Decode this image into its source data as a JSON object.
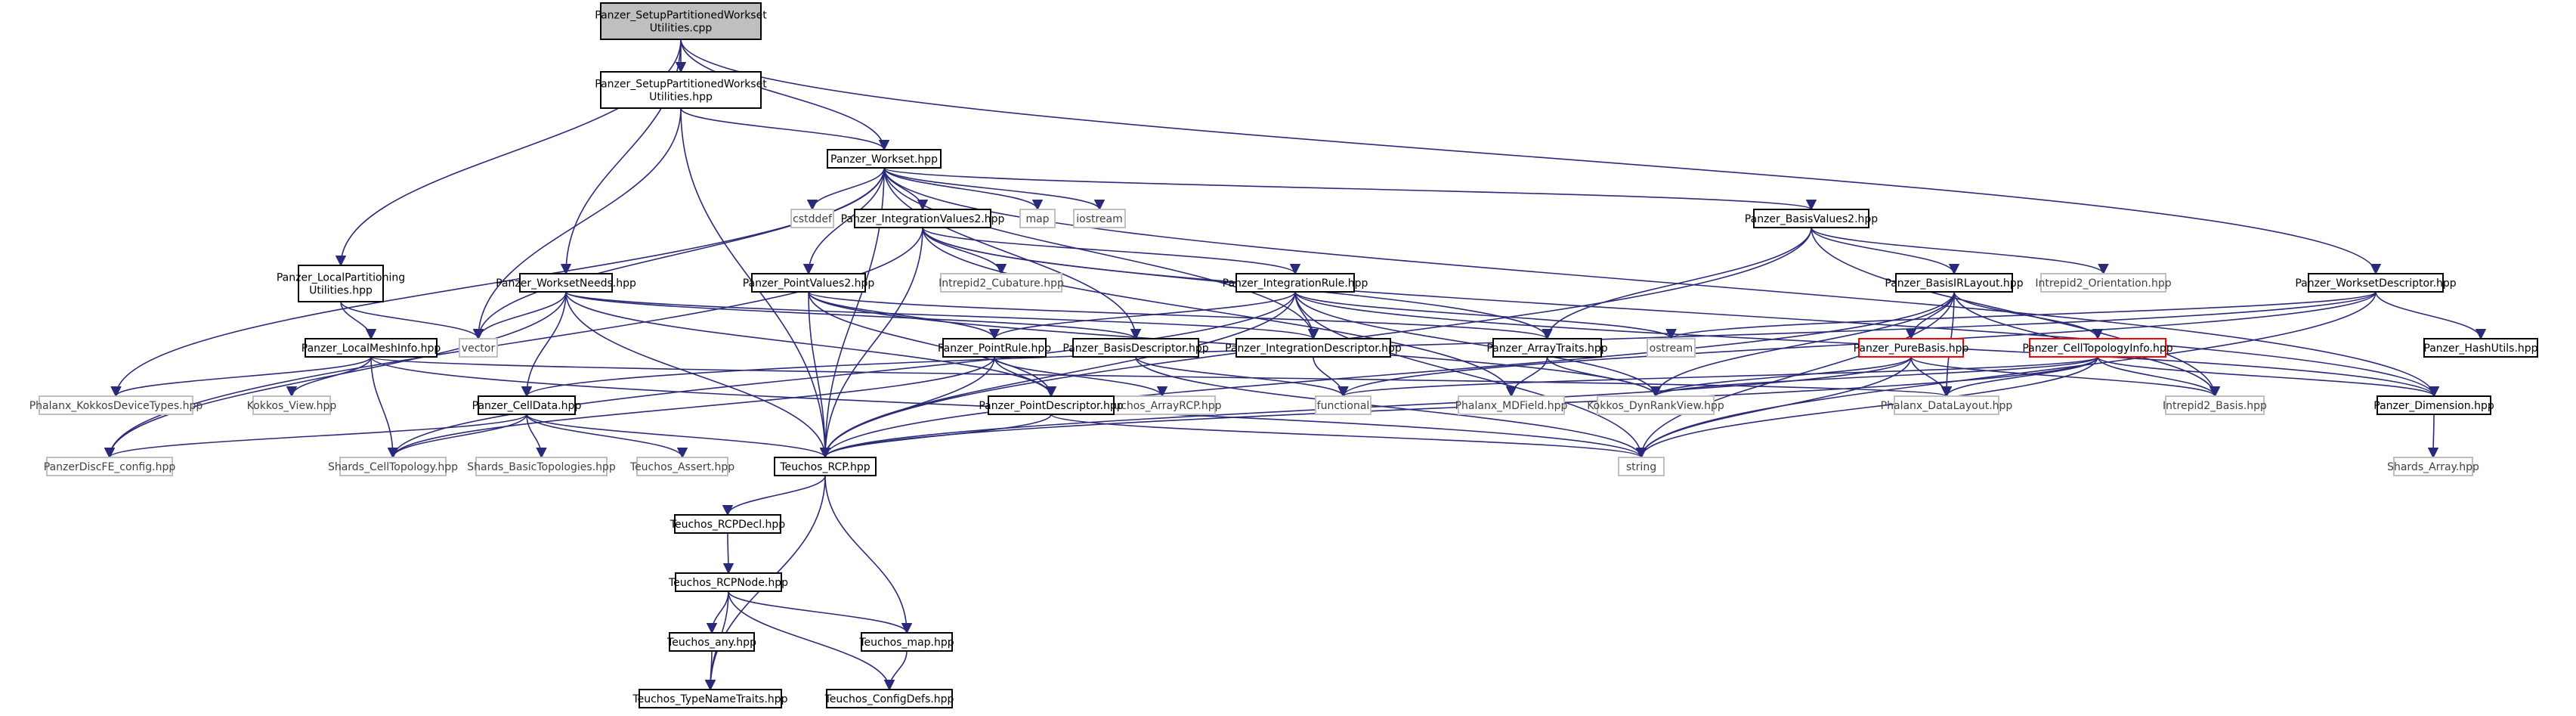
{
  "colors": {
    "edge": "#2a2a7a",
    "root_fill": "#bfbfbf",
    "box_border": "#000000",
    "external_border": "#bfbfbf",
    "missing_border": "#ff0000"
  },
  "nodes": [
    {
      "id": "root",
      "lines": [
        "Panzer_SetupPartitionedWorkset",
        "Utilities.cpp"
      ],
      "kind": "root"
    },
    {
      "id": "spwu_hpp",
      "lines": [
        "Panzer_SetupPartitionedWorkset",
        "Utilities.hpp"
      ],
      "kind": "file"
    },
    {
      "id": "workset",
      "lines": [
        "Panzer_Workset.hpp"
      ],
      "kind": "file"
    },
    {
      "id": "lpu",
      "lines": [
        "Panzer_LocalPartitioning",
        "Utilities.hpp"
      ],
      "kind": "file"
    },
    {
      "id": "wneeds",
      "lines": [
        "Panzer_WorksetNeeds.hpp"
      ],
      "kind": "file"
    },
    {
      "id": "ivalues2",
      "lines": [
        "Panzer_IntegrationValues2.hpp"
      ],
      "kind": "file"
    },
    {
      "id": "cstddef",
      "lines": [
        "cstddef"
      ],
      "kind": "external"
    },
    {
      "id": "map",
      "lines": [
        "map"
      ],
      "kind": "external"
    },
    {
      "id": "iostream",
      "lines": [
        "iostream"
      ],
      "kind": "external"
    },
    {
      "id": "bvalues2",
      "lines": [
        "Panzer_BasisValues2.hpp"
      ],
      "kind": "file"
    },
    {
      "id": "wdesc",
      "lines": [
        "Panzer_WorksetDescriptor.hpp"
      ],
      "kind": "file"
    },
    {
      "id": "pvalues2",
      "lines": [
        "Panzer_PointValues2.hpp"
      ],
      "kind": "file"
    },
    {
      "id": "cubature",
      "lines": [
        "Intrepid2_Cubature.hpp"
      ],
      "kind": "external"
    },
    {
      "id": "irule",
      "lines": [
        "Panzer_IntegrationRule.hpp"
      ],
      "kind": "file"
    },
    {
      "id": "birlayout",
      "lines": [
        "Panzer_BasisIRLayout.hpp"
      ],
      "kind": "file"
    },
    {
      "id": "orientation",
      "lines": [
        "Intrepid2_Orientation.hpp"
      ],
      "kind": "external"
    },
    {
      "id": "lmi",
      "lines": [
        "Panzer_LocalMeshInfo.hpp"
      ],
      "kind": "file"
    },
    {
      "id": "vector",
      "lines": [
        "vector"
      ],
      "kind": "external"
    },
    {
      "id": "prule",
      "lines": [
        "Panzer_PointRule.hpp"
      ],
      "kind": "file"
    },
    {
      "id": "bdesc",
      "lines": [
        "Panzer_BasisDescriptor.hpp"
      ],
      "kind": "file"
    },
    {
      "id": "idesc",
      "lines": [
        "Panzer_IntegrationDescriptor.hpp"
      ],
      "kind": "file"
    },
    {
      "id": "atraits",
      "lines": [
        "Panzer_ArrayTraits.hpp"
      ],
      "kind": "file"
    },
    {
      "id": "ostream",
      "lines": [
        "ostream"
      ],
      "kind": "external"
    },
    {
      "id": "purebasis",
      "lines": [
        "Panzer_PureBasis.hpp"
      ],
      "kind": "missing"
    },
    {
      "id": "ctopo",
      "lines": [
        "Panzer_CellTopologyInfo.hpp"
      ],
      "kind": "missing"
    },
    {
      "id": "hashutils",
      "lines": [
        "Panzer_HashUtils.hpp"
      ],
      "kind": "file"
    },
    {
      "id": "kokkos_dev",
      "lines": [
        "Phalanx_KokkosDeviceTypes.hpp"
      ],
      "kind": "external"
    },
    {
      "id": "kokkos_view",
      "lines": [
        "Kokkos_View.hpp"
      ],
      "kind": "external"
    },
    {
      "id": "celldata",
      "lines": [
        "Panzer_CellData.hpp"
      ],
      "kind": "file"
    },
    {
      "id": "arcp",
      "lines": [
        "Teuchos_ArrayRCP.hpp"
      ],
      "kind": "external"
    },
    {
      "id": "pdesc",
      "lines": [
        "Panzer_PointDescriptor.hpp"
      ],
      "kind": "file"
    },
    {
      "id": "functional",
      "lines": [
        "functional"
      ],
      "kind": "external"
    },
    {
      "id": "mdfield",
      "lines": [
        "Phalanx_MDField.hpp"
      ],
      "kind": "external"
    },
    {
      "id": "dynrank",
      "lines": [
        "Kokkos_DynRankView.hpp"
      ],
      "kind": "external"
    },
    {
      "id": "dlayout",
      "lines": [
        "Phalanx_DataLayout.hpp"
      ],
      "kind": "external"
    },
    {
      "id": "i2basis",
      "lines": [
        "Intrepid2_Basis.hpp"
      ],
      "kind": "external"
    },
    {
      "id": "dimension",
      "lines": [
        "Panzer_Dimension.hpp"
      ],
      "kind": "file"
    },
    {
      "id": "discfe",
      "lines": [
        "PanzerDiscFE_config.hpp"
      ],
      "kind": "external"
    },
    {
      "id": "shards_ct",
      "lines": [
        "Shards_CellTopology.hpp"
      ],
      "kind": "external"
    },
    {
      "id": "shards_bt",
      "lines": [
        "Shards_BasicTopologies.hpp"
      ],
      "kind": "external"
    },
    {
      "id": "tassert",
      "lines": [
        "Teuchos_Assert.hpp"
      ],
      "kind": "external"
    },
    {
      "id": "rcp",
      "lines": [
        "Teuchos_RCP.hpp"
      ],
      "kind": "file"
    },
    {
      "id": "string",
      "lines": [
        "string"
      ],
      "kind": "external"
    },
    {
      "id": "shards_arr",
      "lines": [
        "Shards_Array.hpp"
      ],
      "kind": "external"
    },
    {
      "id": "rcpdecl",
      "lines": [
        "Teuchos_RCPDecl.hpp"
      ],
      "kind": "file"
    },
    {
      "id": "rcpnode",
      "lines": [
        "Teuchos_RCPNode.hpp"
      ],
      "kind": "file"
    },
    {
      "id": "tany",
      "lines": [
        "Teuchos_any.hpp"
      ],
      "kind": "file"
    },
    {
      "id": "tmap",
      "lines": [
        "Teuchos_map.hpp"
      ],
      "kind": "file"
    },
    {
      "id": "typename",
      "lines": [
        "Teuchos_TypeNameTraits.hpp"
      ],
      "kind": "file"
    },
    {
      "id": "configdefs",
      "lines": [
        "Teuchos_ConfigDefs.hpp"
      ],
      "kind": "file"
    }
  ],
  "edges": [
    [
      "root",
      "spwu_hpp"
    ],
    [
      "root",
      "workset"
    ],
    [
      "root",
      "lpu"
    ],
    [
      "root",
      "wneeds"
    ],
    [
      "root",
      "wdesc"
    ],
    [
      "spwu_hpp",
      "workset"
    ],
    [
      "spwu_hpp",
      "vector"
    ],
    [
      "spwu_hpp",
      "rcp"
    ],
    [
      "workset",
      "cstddef"
    ],
    [
      "workset",
      "map"
    ],
    [
      "workset",
      "iostream"
    ],
    [
      "workset",
      "ivalues2"
    ],
    [
      "workset",
      "bvalues2"
    ],
    [
      "workset",
      "pvalues2"
    ],
    [
      "workset",
      "vector"
    ],
    [
      "workset",
      "kokkos_dev"
    ],
    [
      "workset",
      "idesc"
    ],
    [
      "workset",
      "bdesc"
    ],
    [
      "workset",
      "dimension"
    ],
    [
      "workset",
      "rcp"
    ],
    [
      "lpu",
      "lmi"
    ],
    [
      "lpu",
      "vector"
    ],
    [
      "wneeds",
      "vector"
    ],
    [
      "wneeds",
      "celldata"
    ],
    [
      "wneeds",
      "rcp"
    ],
    [
      "wneeds",
      "bdesc"
    ],
    [
      "wneeds",
      "idesc"
    ],
    [
      "wneeds",
      "pdesc"
    ],
    [
      "wneeds",
      "discfe"
    ],
    [
      "ivalues2",
      "cubature"
    ],
    [
      "ivalues2",
      "irule"
    ],
    [
      "ivalues2",
      "rcp"
    ],
    [
      "ivalues2",
      "atraits"
    ],
    [
      "ivalues2",
      "mdfield"
    ],
    [
      "ivalues2",
      "discfe"
    ],
    [
      "ivalues2",
      "dimension"
    ],
    [
      "bvalues2",
      "birlayout"
    ],
    [
      "bvalues2",
      "orientation"
    ],
    [
      "bvalues2",
      "atraits"
    ],
    [
      "bvalues2",
      "rcp"
    ],
    [
      "bvalues2",
      "i2basis"
    ],
    [
      "wdesc",
      "hashutils"
    ],
    [
      "wdesc",
      "ostream"
    ],
    [
      "wdesc",
      "string"
    ],
    [
      "wdesc",
      "celldata"
    ],
    [
      "wdesc",
      "functional"
    ],
    [
      "pvalues2",
      "prule"
    ],
    [
      "pvalues2",
      "rcp"
    ],
    [
      "pvalues2",
      "atraits"
    ],
    [
      "pvalues2",
      "dynrank"
    ],
    [
      "pvalues2",
      "pdesc"
    ],
    [
      "irule",
      "prule"
    ],
    [
      "irule",
      "idesc"
    ],
    [
      "irule",
      "ostream"
    ],
    [
      "irule",
      "rcp"
    ],
    [
      "irule",
      "string"
    ],
    [
      "irule",
      "dynrank"
    ],
    [
      "irule",
      "shards_ct"
    ],
    [
      "irule",
      "dimension"
    ],
    [
      "birlayout",
      "purebasis"
    ],
    [
      "birlayout",
      "ctopo"
    ],
    [
      "birlayout",
      "dynrank"
    ],
    [
      "birlayout",
      "dlayout"
    ],
    [
      "birlayout",
      "rcp"
    ],
    [
      "birlayout",
      "string"
    ],
    [
      "birlayout",
      "i2basis"
    ],
    [
      "lmi",
      "kokkos_dev"
    ],
    [
      "lmi",
      "kokkos_view"
    ],
    [
      "lmi",
      "shards_ct"
    ],
    [
      "lmi",
      "dlayout"
    ],
    [
      "lmi",
      "string"
    ],
    [
      "prule",
      "pdesc"
    ],
    [
      "prule",
      "arcp"
    ],
    [
      "prule",
      "shards_ct"
    ],
    [
      "prule",
      "rcp"
    ],
    [
      "bdesc",
      "functional"
    ],
    [
      "bdesc",
      "string"
    ],
    [
      "idesc",
      "functional"
    ],
    [
      "atraits",
      "dynrank"
    ],
    [
      "atraits",
      "mdfield"
    ],
    [
      "purebasis",
      "dynrank"
    ],
    [
      "purebasis",
      "dlayout"
    ],
    [
      "purebasis",
      "i2basis"
    ],
    [
      "purebasis",
      "rcp"
    ],
    [
      "purebasis",
      "string"
    ],
    [
      "ctopo",
      "dimension"
    ],
    [
      "ctopo",
      "dlayout"
    ],
    [
      "ctopo",
      "dynrank"
    ],
    [
      "ctopo",
      "i2basis"
    ],
    [
      "ctopo",
      "rcp"
    ],
    [
      "ctopo",
      "string"
    ],
    [
      "ctopo",
      "functional"
    ],
    [
      "celldata",
      "shards_ct"
    ],
    [
      "celldata",
      "shards_bt"
    ],
    [
      "celldata",
      "tassert"
    ],
    [
      "celldata",
      "rcp"
    ],
    [
      "celldata",
      "discfe"
    ],
    [
      "pdesc",
      "rcp"
    ],
    [
      "pdesc",
      "string"
    ],
    [
      "dimension",
      "shards_arr"
    ],
    [
      "rcp",
      "rcpdecl"
    ],
    [
      "rcp",
      "typename"
    ],
    [
      "rcp",
      "tmap"
    ],
    [
      "rcpdecl",
      "rcpnode"
    ],
    [
      "rcpnode",
      "tany"
    ],
    [
      "rcpnode",
      "tmap"
    ],
    [
      "rcpnode",
      "typename"
    ],
    [
      "rcpnode",
      "configdefs"
    ],
    [
      "tany",
      "typename"
    ],
    [
      "tmap",
      "configdefs"
    ]
  ]
}
